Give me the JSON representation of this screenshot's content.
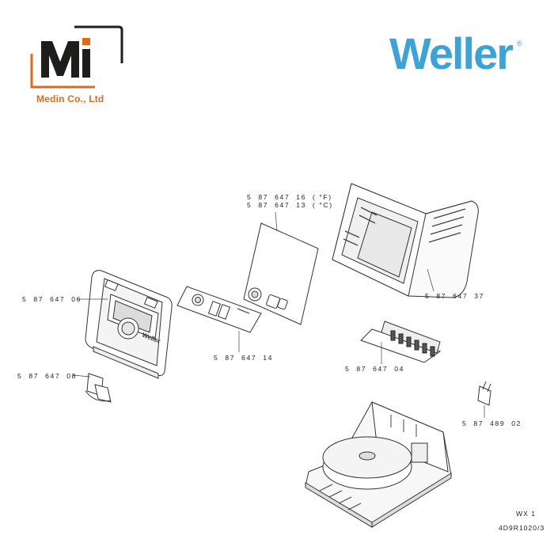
{
  "branding": {
    "company_name": "Medin Co., Ltd",
    "brand_name": "Weller",
    "registered_mark": "®",
    "logo_colors": {
      "orange": "#e06a1b",
      "dark": "#1d1d1b",
      "blue": "#3aa3d8"
    }
  },
  "parts": [
    {
      "id": "front_panel",
      "label": "5  87  647  06"
    },
    {
      "id": "feet",
      "label": "5  87  647  08"
    },
    {
      "id": "control_board",
      "label": "5  87  647  14"
    },
    {
      "id": "foil_f",
      "label": "5  87  647  16  ( °F)"
    },
    {
      "id": "foil_c",
      "label": "5  87  647  13  ( °C)"
    },
    {
      "id": "housing",
      "label": "5  87  647  37"
    },
    {
      "id": "terminal_board",
      "label": "5  87  647  04"
    },
    {
      "id": "plug",
      "label": "5  87  489  02"
    }
  ],
  "footer": {
    "model": "WX  1",
    "drawing_no": "4D9R1020/3"
  },
  "panel_text": "Weller"
}
